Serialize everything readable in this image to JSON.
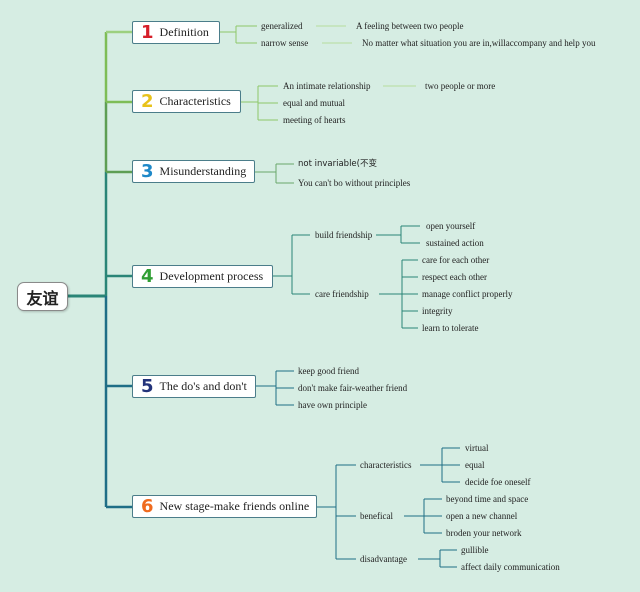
{
  "root": "友谊",
  "colors": {
    "background": "#d6ede3",
    "branch": [
      "#9cd07f",
      "#7ebd57",
      "#5e9e54",
      "#2a8577",
      "#1f6e86",
      "#1f6e86"
    ],
    "num": [
      "#d61f2a",
      "#e8c21a",
      "#1e88c8",
      "#2f9e33",
      "#23337a",
      "#ef6a1e"
    ]
  },
  "branches": [
    {
      "num": "1",
      "title": "Definition",
      "children": [
        {
          "text": "generalized",
          "children": [
            {
              "text": "A feeling between two people"
            }
          ]
        },
        {
          "text": "narrow sense",
          "children": [
            {
              "text": "No matter what situation you are in,willaccompany and help you"
            }
          ]
        }
      ]
    },
    {
      "num": "2",
      "title": "Characteristics",
      "children": [
        {
          "text": "An intimate relationship",
          "children": [
            {
              "text": "two people or more"
            }
          ]
        },
        {
          "text": "equal and mutual"
        },
        {
          "text": "meeting of hearts"
        }
      ]
    },
    {
      "num": "3",
      "title": "Misunderstanding",
      "children": [
        {
          "text": "not invariable(不变"
        },
        {
          "text": "You can't bo without principles"
        }
      ]
    },
    {
      "num": "4",
      "title": "Development process",
      "children": [
        {
          "text": "build friendship",
          "children": [
            {
              "text": "open yourself"
            },
            {
              "text": "sustained action"
            }
          ]
        },
        {
          "text": "care friendship",
          "children": [
            {
              "text": "care for each other"
            },
            {
              "text": "respect each other"
            },
            {
              "text": "manage conflict properly"
            },
            {
              "text": "integrity"
            },
            {
              "text": "learn to tolerate"
            }
          ]
        }
      ]
    },
    {
      "num": "5",
      "title": "The do's and don't",
      "children": [
        {
          "text": "keep good friend"
        },
        {
          "text": "don't make fair-weather friend"
        },
        {
          "text": "have own principle"
        }
      ]
    },
    {
      "num": "6",
      "title": "New stage-make friends online",
      "children": [
        {
          "text": "characteristics",
          "children": [
            {
              "text": "virtual"
            },
            {
              "text": "equal"
            },
            {
              "text": "decide foe oneself"
            }
          ]
        },
        {
          "text": "benefical",
          "children": [
            {
              "text": "beyond time and space"
            },
            {
              "text": "open a new channel"
            },
            {
              "text": "broden your network"
            }
          ]
        },
        {
          "text": "disadvantage",
          "children": [
            {
              "text": "gullible"
            },
            {
              "text": "affect daily communication"
            }
          ]
        }
      ]
    }
  ]
}
